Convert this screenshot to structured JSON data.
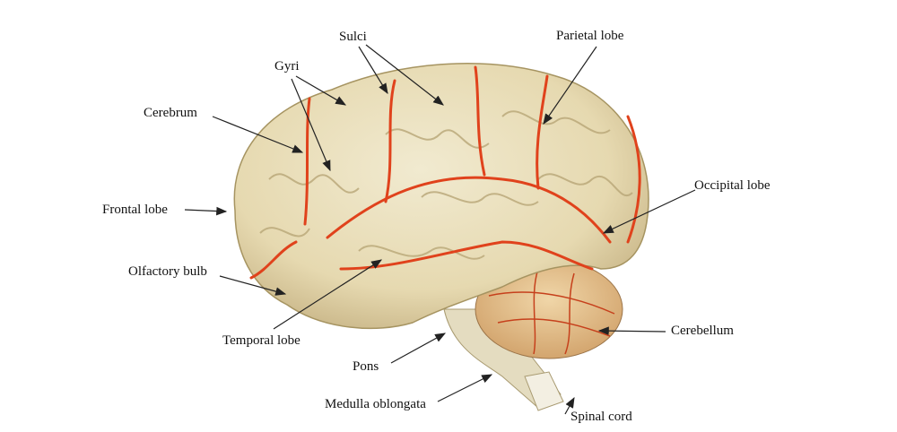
{
  "title": "Brain anatomy diagram",
  "labels": {
    "sulci": "Sulci",
    "gyri": "Gyri",
    "parietal": "Parietal lobe",
    "cerebrum": "Cerebrum",
    "occipital": "Occipital lobe",
    "frontal": "Frontal lobe",
    "olfactory": "Olfactory bulb",
    "temporal": "Temporal lobe",
    "cerebellum": "Cerebellum",
    "pons": "Pons",
    "medulla": "Medulla oblongata",
    "spinal": "Spinal cord"
  },
  "colors": {
    "tissue": "#eae0bd",
    "vessel": "#e0421c",
    "cerebellum": "#e8c79a",
    "line": "#222222"
  }
}
